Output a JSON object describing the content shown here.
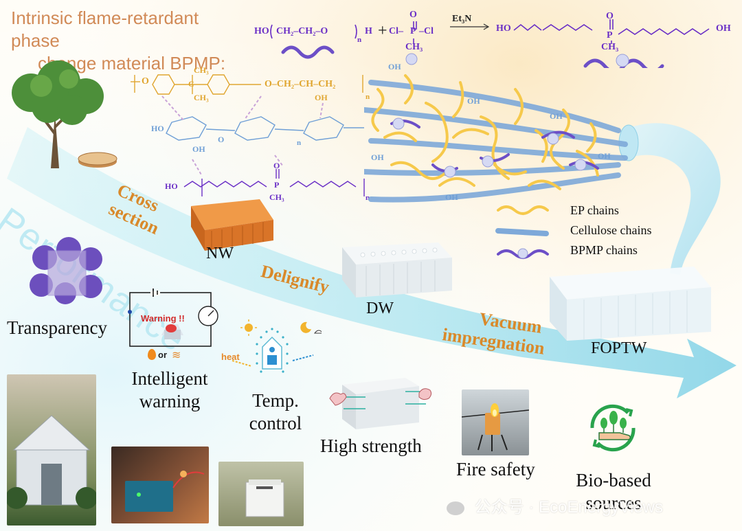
{
  "title": {
    "line1": "Intrinsic flame-retardant phase",
    "line2": "change material BPMP:"
  },
  "reaction": {
    "reagent1": "HO",
    "reagent1_unit": "CH₂–CH₂–O",
    "reagent1_end": "H",
    "sub_n": "n",
    "plus": "+",
    "cl_left": "Cl–",
    "p": "P",
    "cl_right": "–Cl",
    "o_top": "O",
    "ch3": "CH₃",
    "catalyst": "Et₃N",
    "product_ho": "HO",
    "product_oh": "OH",
    "product_p": "P",
    "product_o": "O",
    "product_ch3": "CH₃"
  },
  "ep_formula": {
    "o": "O",
    "me1": "CH₃",
    "me2": "CH₃",
    "c": "C",
    "chain": "O–CH₂–CH–CH₂",
    "oh": "OH",
    "n": "n"
  },
  "cellulose_formula": {
    "ho": "HO",
    "oh": "OH",
    "o": "O",
    "n": "n"
  },
  "bpmp_formula": {
    "ho": "HO",
    "o": "O",
    "p": "P",
    "ch3": "CH₃",
    "n": "n"
  },
  "vertical_text": "Performance",
  "steps": {
    "cross_section": [
      "Cross",
      "section"
    ],
    "delignify": "Delignify",
    "vacuum": [
      "Vacuum",
      "impregnation"
    ]
  },
  "woods": {
    "nw": "NW",
    "dw": "DW",
    "foptw": "FOPTW"
  },
  "legend": {
    "ep": "EP chains",
    "cellulose": "Cellulose chains",
    "bpmp": "BPMP chains"
  },
  "fiber_oh": "OH",
  "features": {
    "transparency": "Transparency",
    "warning_badge": "Warning !!",
    "warning_or": "or",
    "intelligent_warning": [
      "Intelligent",
      "warning"
    ],
    "heat": "heat",
    "temp_control": [
      "Temp.",
      "control"
    ],
    "high_strength": "High strength",
    "fire_safety": "Fire safety",
    "bio_based": [
      "Bio-based",
      "sources"
    ]
  },
  "watermark": "公众号 · EcoEnergyViews",
  "colors": {
    "title": "#d18a57",
    "step": "#d9892a",
    "chem_purple": "#6a2fc6",
    "ep_yellow": "#f6c94b",
    "cellulose_blue": "#6f9fd6",
    "bpmp_purple": "#6c4fc7",
    "arrow_cyan": "#9fe0ee",
    "wood_orange": "#e07b2c"
  }
}
